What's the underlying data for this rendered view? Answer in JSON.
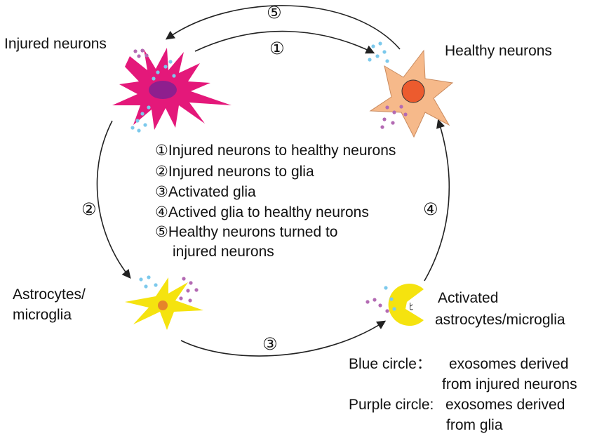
{
  "nodes": {
    "injured_neurons": "Injured neurons",
    "healthy_neurons": "Healthy neurons",
    "astrocytes_microglia": [
      "Astrocytes/",
      "microglia"
    ],
    "activated_astrocytes_microglia": [
      "Activated",
      "astrocytes/microglia"
    ]
  },
  "steps": {
    "s1": "①",
    "s2": "②",
    "s3": "③",
    "s4": "④",
    "s5": "⑤"
  },
  "legend_steps": [
    "①Injured neurons to healthy neurons",
    "②Injured neurons to glia",
    "③Activated glia",
    "④Actived glia to healthy neurons",
    "⑤Healthy neurons turned to",
    "injured neurons"
  ],
  "legend_circles": {
    "blue_label": "Blue circle：",
    "blue_desc": [
      "exosomes derived",
      "from injured neurons"
    ],
    "purple_label": "Purple circle:",
    "purple_desc": [
      "exosomes derived",
      "from glia"
    ]
  },
  "colors": {
    "injured_neuron": "#e4187a",
    "injured_nucleus": "#8e1f8e",
    "healthy_neuron": "#f6b98a",
    "healthy_nucleus": "#ec5b2e",
    "glia": "#f5e30f",
    "glia_nucleus": "#e6852a",
    "activated_glia": "#f5e30f",
    "blue_exosome": "#7cc9ec",
    "purple_exosome": "#b36ab3",
    "arrow": "#222222"
  }
}
